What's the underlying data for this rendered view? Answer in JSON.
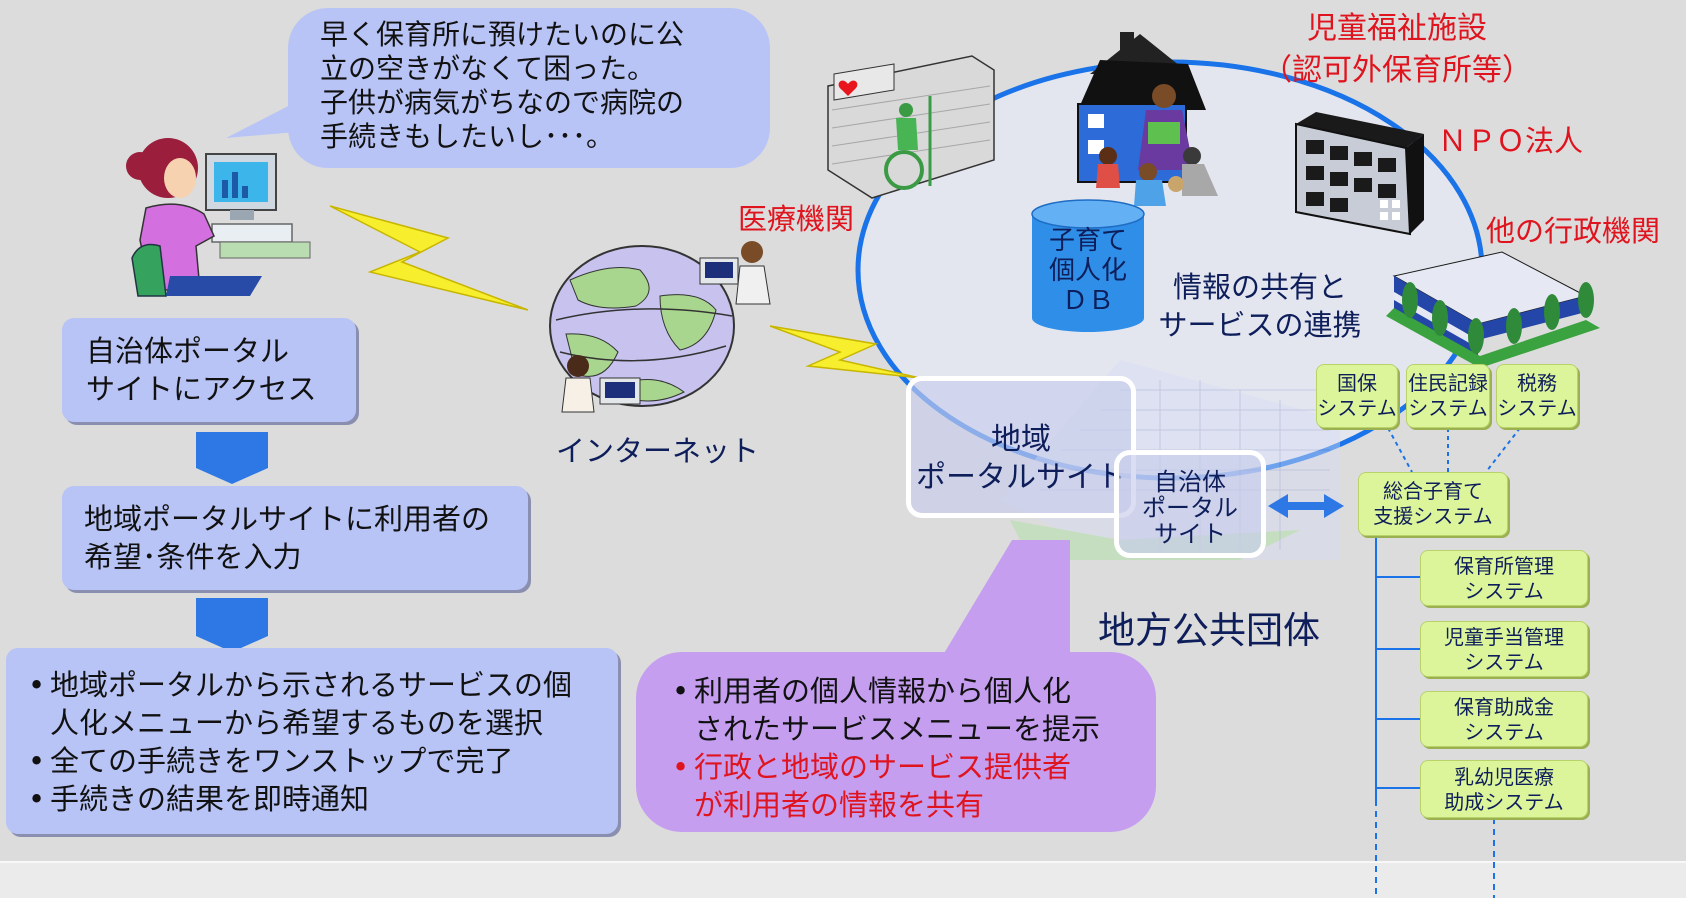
{
  "speech": {
    "lines": [
      "早く保育所に預けたいのに公",
      "立の空きがなくて困った。",
      "子供が病気がちなので病院の",
      "手続きもしたいし･･･。"
    ]
  },
  "steps": {
    "step1": [
      "自治体ポータル",
      "サイトにアクセス"
    ],
    "step2": [
      "地域ポータルサイトに利用者の",
      "希望･条件を入力"
    ],
    "step3": {
      "bullet": "•",
      "items": [
        [
          "地域ポータルから示されるサービスの個",
          "人化メニューから希望するものを選択"
        ],
        [
          "全ての手続きをワンストップで完了"
        ],
        [
          "手続きの結果を即時通知"
        ]
      ]
    }
  },
  "internet_label": "インターネット",
  "hospital_label": "医療機関",
  "welfare_label": [
    "児童福祉施設",
    "（認可外保育所等）"
  ],
  "npo_label": "ＮＰＯ法人",
  "other_gov_label": "他の行政機関",
  "db_label": [
    "子育て",
    "個人化",
    "ＤＢ"
  ],
  "sharing_label": [
    "情報の共有と",
    "サービスの連携"
  ],
  "regional_portal": [
    "地域",
    "ポータルサイト"
  ],
  "municipal_portal": [
    "自治体",
    "ポータル",
    "サイト"
  ],
  "local_gov_label": "地方公共団体",
  "purple_bubble": {
    "bullet": "•",
    "item1": [
      "利用者の個人情報から個人化",
      "されたサービスメニューを提示"
    ],
    "item2": [
      "行政と地域のサービス提供者",
      "が利用者の情報を共有"
    ]
  },
  "systems": {
    "top": [
      [
        "国保",
        "システム"
      ],
      [
        "住民記録",
        "システム"
      ],
      [
        "税務",
        "システム"
      ]
    ],
    "hub": [
      "総合子育て",
      "支援システム"
    ],
    "sub": [
      [
        "保育所管理",
        "システム"
      ],
      [
        "児童手当管理",
        "システム"
      ],
      [
        "保育助成金",
        "システム"
      ],
      [
        "乳幼児医療",
        "助成システム"
      ]
    ]
  },
  "colors": {
    "box_blue": "#b9c4f6",
    "label_red": "#e0141e",
    "text_navy": "#0e1e5a",
    "system_green": "#ddf59a",
    "bubble_purple": "#c59ef0",
    "network_blue": "#1a73e8"
  }
}
